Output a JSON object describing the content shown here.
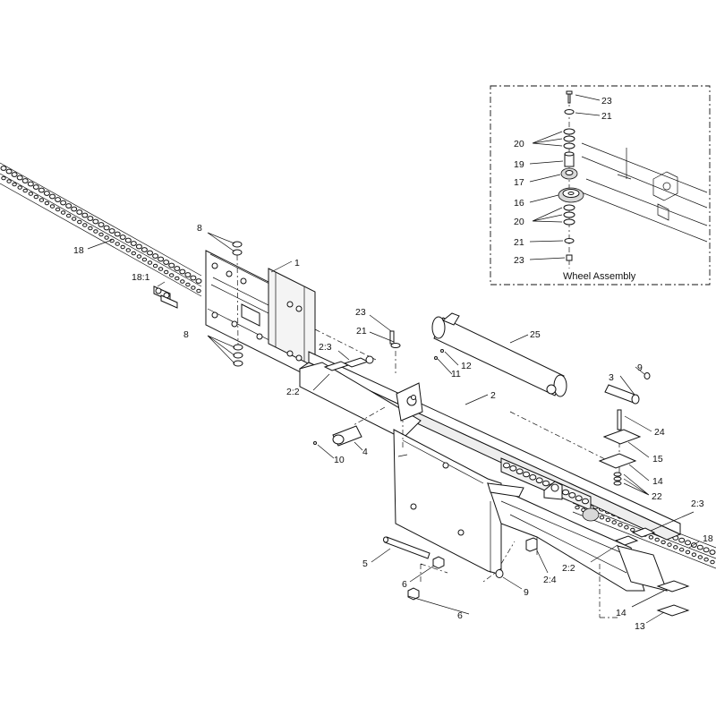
{
  "inset_title": "Wheel Assembly",
  "callouts": {
    "c1": "1",
    "c2": "2",
    "c2_2a": "2:2",
    "c2_2b": "2:2",
    "c2_3a": "2:3",
    "c2_3b": "2:3",
    "c2_4": "2:4",
    "c3": "3",
    "c4": "4",
    "c5": "5",
    "c6a": "6",
    "c6b": "6",
    "c8a": "8",
    "c8b": "8",
    "c9a": "9",
    "c9b": "9",
    "c10": "10",
    "c11": "11",
    "c12": "12",
    "c13": "13",
    "c14a": "14",
    "c14b": "14",
    "c15": "15",
    "c18a": "18",
    "c18b": "18",
    "c18_1": "18:1",
    "c21": "21",
    "c22": "22",
    "c23": "23",
    "c24": "24",
    "c25": "25",
    "w16": "16",
    "w17": "17",
    "w19": "19",
    "w20a": "20",
    "w20b": "20",
    "w21a": "21",
    "w21b": "21",
    "w23a": "23",
    "w23b": "23"
  }
}
